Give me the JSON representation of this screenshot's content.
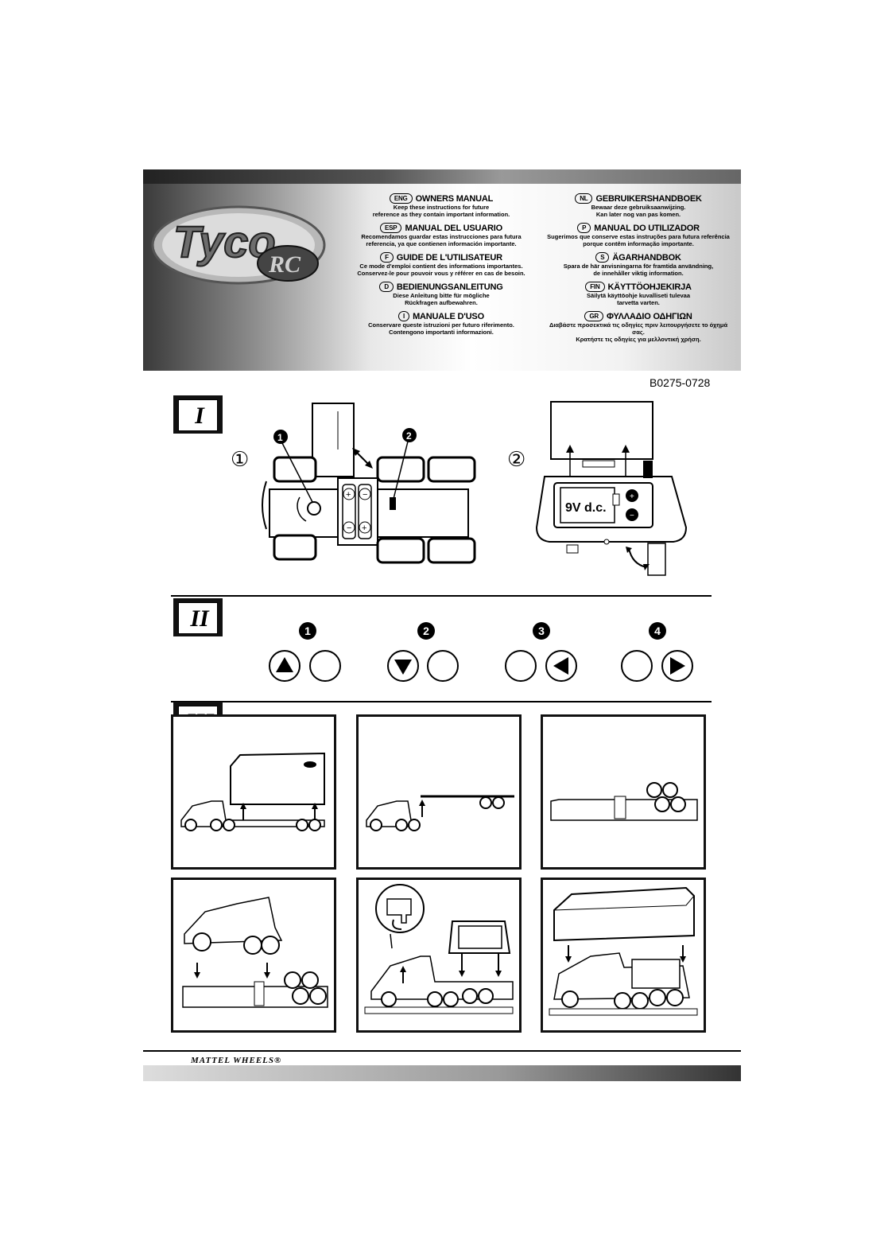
{
  "header": {
    "brand": "TYCO",
    "brand_sub": "RC",
    "left_column": [
      {
        "lang": "ENG",
        "title": "OWNERS MANUAL",
        "text": [
          "Keep these instructions for future",
          "reference as they contain important information."
        ]
      },
      {
        "lang": "ESP",
        "title": "MANUAL DEL USUARIO",
        "text": [
          "Recomendamos guardar estas instrucciones para futura",
          "referencia, ya que contienen información importante."
        ]
      },
      {
        "lang": "F",
        "title": "GUIDE DE L'UTILISATEUR",
        "text": [
          "Ce mode d'emploi contient des informations importantes.",
          "Conservez-le pour pouvoir vous y référer en cas de besoin."
        ]
      },
      {
        "lang": "D",
        "title": "BEDIENUNGSANLEITUNG",
        "text": [
          "Diese Anleitung bitte für mögliche",
          "Rückfragen aufbewahren."
        ]
      },
      {
        "lang": "I",
        "title": "MANUALE D'USO",
        "text": [
          "Conservare queste istruzioni per futuro riferimento.",
          "Contengono importanti informazioni."
        ]
      }
    ],
    "right_column": [
      {
        "lang": "NL",
        "title": "GEBRUIKERSHANDBOEK",
        "text": [
          "Bewaar deze gebruiksaanwijzing.",
          "Kan later nog van pas komen."
        ]
      },
      {
        "lang": "P",
        "title": "MANUAL DO UTILIZADOR",
        "text": [
          "Sugerimos que conserve estas instruções para futura referência",
          "porque contêm informação importante."
        ]
      },
      {
        "lang": "S",
        "title": "ÄGARHANDBOK",
        "text": [
          "Spara de här anvisningarna för framtida användning,",
          "de innehåller viktig information."
        ]
      },
      {
        "lang": "FIN",
        "title": "KÄYTTÖOHJEKIRJA",
        "text": [
          "Säilytä käyttöohje kuvalliseti tulevaa",
          "tarvetta varten."
        ]
      },
      {
        "lang": "GR",
        "title": "ΦΥΛΛΑΔΙΟ ΟΔΗΓΙΩΝ",
        "text": [
          "Διαβάστε προσεκτικά τις οδηγίες πριν λειτουργήσετε το όχημά σας.",
          "Κρατήστε τις οδηγίες για μελλοντική χρήση."
        ]
      }
    ]
  },
  "product_code": "B0275-0728",
  "sections": {
    "one": {
      "label": "I",
      "step1_marker": "①",
      "step2_marker": "②",
      "callout_1": "1",
      "callout_2": "2",
      "battery_label": "9V d.c."
    },
    "two": {
      "label": "II",
      "controls": [
        "1",
        "2",
        "3",
        "4"
      ]
    },
    "three": {
      "label": "III"
    }
  },
  "footer": {
    "brand": "MATTEL WHEELS®"
  }
}
